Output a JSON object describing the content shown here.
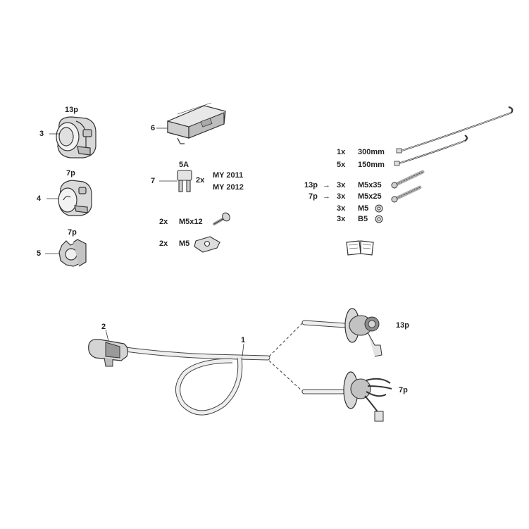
{
  "callouts": {
    "n1": "1",
    "n2": "2",
    "n3": "3",
    "n4": "4",
    "n5": "5",
    "n6": "6",
    "n7": "7"
  },
  "sockets": {
    "socket_13p_label": "13p",
    "socket_7p_label": "7p",
    "clip_7p_label": "7p"
  },
  "fuse": {
    "rating": "5A",
    "qty": "2x",
    "models": [
      "MY 2011",
      "MY 2012"
    ]
  },
  "screws": [
    {
      "qty": "2x",
      "size": "M5x12"
    },
    {
      "qty": "2x",
      "size": "M5"
    }
  ],
  "cable_ties": [
    {
      "qty": "1x",
      "length": "300mm"
    },
    {
      "qty": "5x",
      "length": "150mm"
    }
  ],
  "bolts": [
    {
      "prefix": "13p",
      "arrow": "→",
      "qty": "3x",
      "size": "M5x35"
    },
    {
      "prefix": "7p",
      "arrow": "→",
      "qty": "3x",
      "size": "M5x25"
    },
    {
      "prefix": "",
      "arrow": "",
      "qty": "3x",
      "size": "M5"
    },
    {
      "prefix": "",
      "arrow": "",
      "qty": "3x",
      "size": "B5"
    }
  ],
  "harness": {
    "end_13p_label": "13p",
    "end_7p_label": "7p"
  },
  "colors": {
    "line": "#333333",
    "fill_light": "#e6e6e6",
    "fill_mid": "#b8b8b8",
    "fill_dark": "#5a5a5a"
  }
}
